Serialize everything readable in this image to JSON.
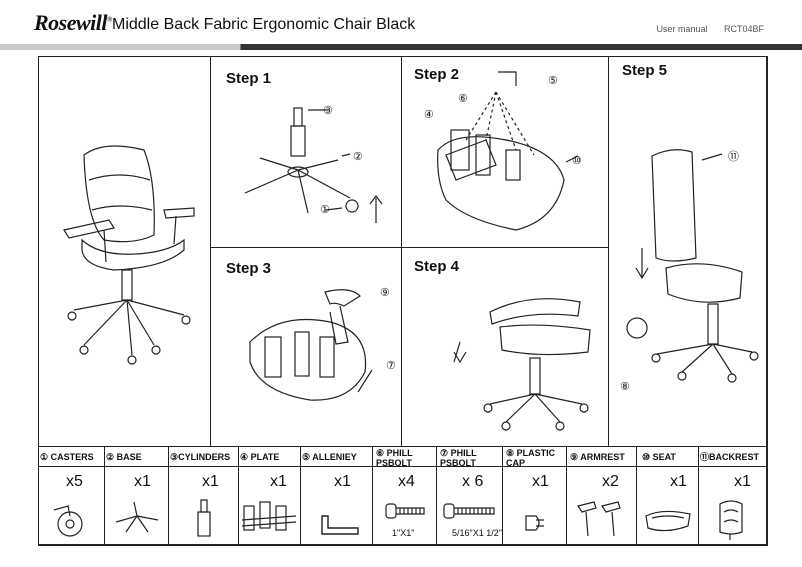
{
  "header": {
    "logo": "Rosewill",
    "title": "Middle Back Fabric Ergonomic Chair Black",
    "manual": "User manual",
    "model": "RCT04BF"
  },
  "steps": [
    {
      "label": "Step 1",
      "callouts": [
        "③",
        "②",
        "①"
      ]
    },
    {
      "label": "Step 2",
      "callouts": [
        "⑤",
        "⑥",
        "④",
        "⑩"
      ]
    },
    {
      "label": "Step 3",
      "callouts": [
        "⑨",
        "⑦"
      ]
    },
    {
      "label": "Step 4"
    },
    {
      "label": "Step 5",
      "callouts": [
        "⑪",
        "⑧"
      ]
    }
  ],
  "parts": [
    {
      "label": "① CASTERS",
      "qty": "x5",
      "icon": "caster-icon"
    },
    {
      "label": "② BASE",
      "qty": "x1",
      "icon": "base-icon"
    },
    {
      "label": "③CYLINDERS",
      "qty": "x1",
      "icon": "cylinder-icon"
    },
    {
      "label": "④ PLATE",
      "qty": "x1",
      "icon": "plate-icon"
    },
    {
      "label": "⑤ ALLENIEY",
      "qty": "x1",
      "icon": "allen-key-icon"
    },
    {
      "label": "⑥ PHILL PSBOLT",
      "qty": "x4",
      "icon": "bolt-short-icon",
      "size": "1\"X1\""
    },
    {
      "label": "⑦ PHILL PSBOLT",
      "qty": "x 6",
      "icon": "bolt-long-icon",
      "size": "5/16\"X1 1/2\""
    },
    {
      "label": "⑧ PLASTIC CAP",
      "qty": "x1",
      "icon": "plastic-cap-icon"
    },
    {
      "label": "⑨ ARMREST",
      "qty": "x2",
      "icon": "armrest-icon"
    },
    {
      "label": "⑩ SEAT",
      "qty": "x1",
      "icon": "seat-icon"
    },
    {
      "label": "⑪BACKREST",
      "qty": "x1",
      "icon": "backrest-icon"
    }
  ]
}
